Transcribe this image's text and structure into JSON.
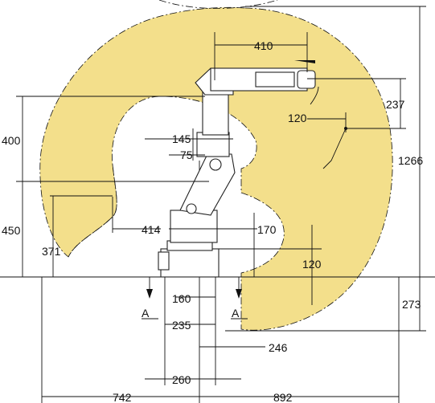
{
  "diagram": {
    "colors": {
      "work_envelope": "#f3df8b",
      "lines": "#111111",
      "background": "#ffffff"
    },
    "dimensions": {
      "d410": "410",
      "d237": "237",
      "d120_top": "120",
      "d1266": "1266",
      "d400": "400",
      "d145": "145",
      "d75": "75",
      "d450": "450",
      "d371": "371",
      "d414": "414",
      "d170": "170",
      "d120_base": "120",
      "d273": "273",
      "d160": "160",
      "d235": "235",
      "d246": "246",
      "d260": "260",
      "d742": "742",
      "d892": "892",
      "section_a_left": "A",
      "section_a_right": "A"
    }
  }
}
